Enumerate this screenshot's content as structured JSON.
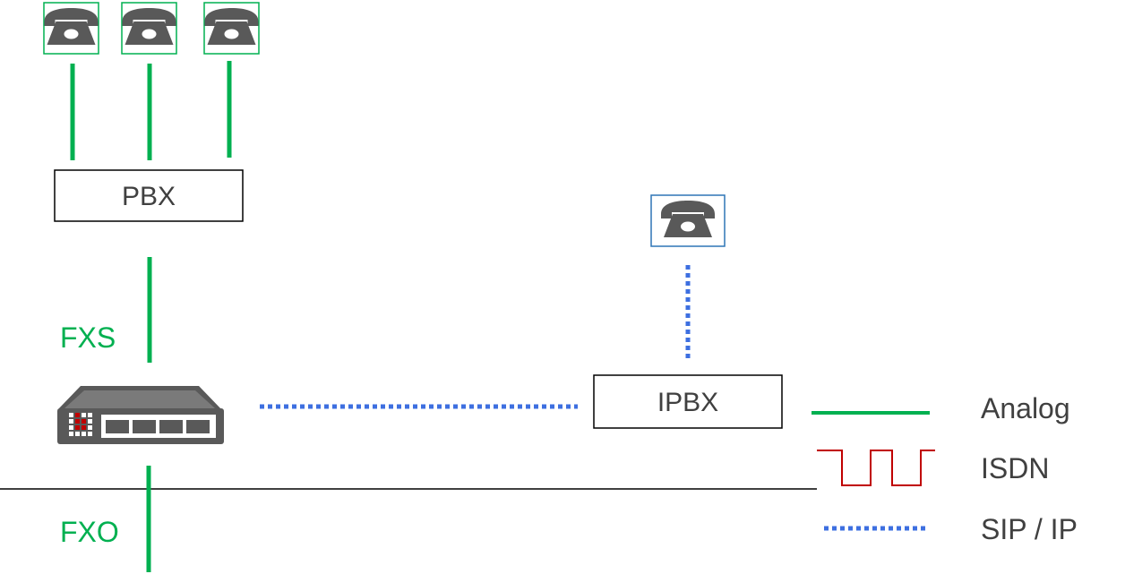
{
  "nodes": {
    "pbx": {
      "label": "PBX"
    },
    "ipbx": {
      "label": "IPBX"
    }
  },
  "ports": {
    "fxs": {
      "label": "FXS"
    },
    "fxo": {
      "label": "FXO"
    }
  },
  "legend": [
    {
      "label": "Analog",
      "style": "solid"
    },
    {
      "label": "ISDN",
      "style": "square-wave"
    },
    {
      "label": "SIP / IP",
      "style": "dotted"
    }
  ],
  "icons": {
    "phone": "telephone-icon",
    "gateway": "voip-gateway-icon"
  },
  "colors": {
    "analog": "#00b050",
    "isdn": "#c00000",
    "sip": "#3d6fe0",
    "phone_analog_border": "#00b050",
    "phone_ip_border": "#2e75b6",
    "icon_fill": "#595959",
    "box_border": "#000000",
    "text": "#404040"
  }
}
